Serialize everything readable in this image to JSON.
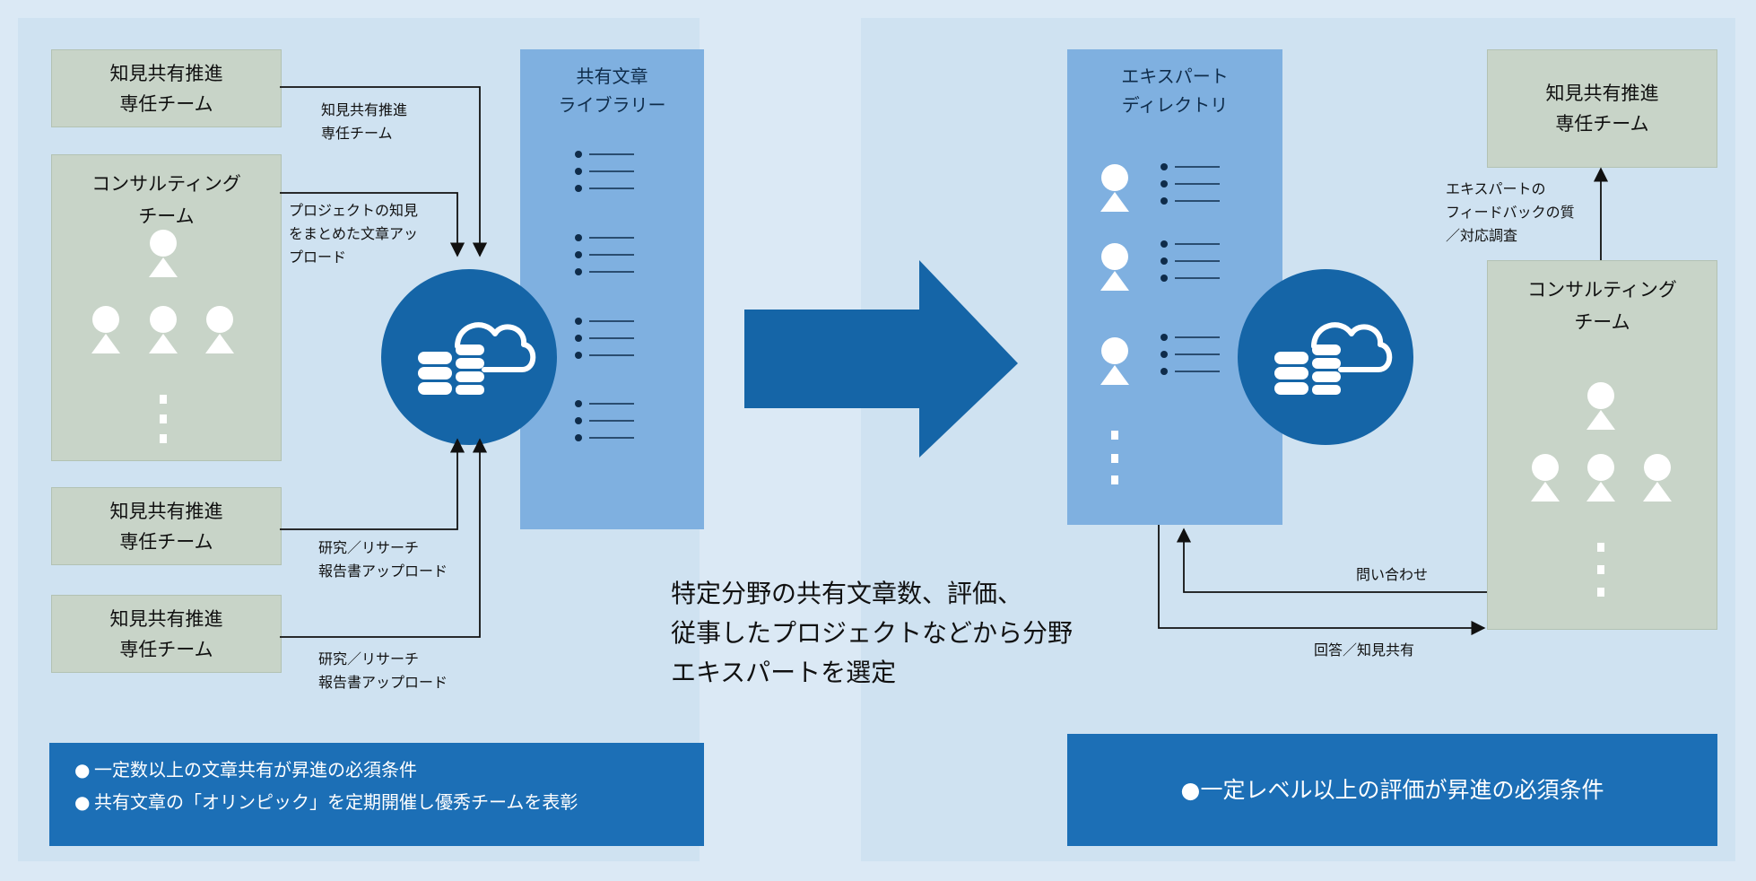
{
  "left": {
    "team_box_top": {
      "line1": "知見共有推進",
      "line2": "専任チーム"
    },
    "consulting_team": {
      "line1": "コンサルティング",
      "line2": "チーム"
    },
    "team_box_mid": {
      "line1": "知見共有推進",
      "line2": "専任チーム"
    },
    "team_box_bottom": {
      "line1": "知見共有推進",
      "line2": "専任チーム"
    },
    "arrow_label_1": {
      "line1": "知見共有推進",
      "line2": "専任チーム"
    },
    "arrow_label_2": {
      "line1": "プロジェクトの知見",
      "line2": "をまとめた文章アッ",
      "line3": "プロード"
    },
    "arrow_label_3": {
      "line1": "研究／リサーチ",
      "line2": "報告書アップロード"
    },
    "arrow_label_4": {
      "line1": "研究／リサーチ",
      "line2": "報告書アップロード"
    },
    "library": {
      "line1": "共有文章",
      "line2": "ライブラリー"
    },
    "conditions": [
      "一定数以上の文章共有が昇進の必須条件",
      "共有文章の「オリンピック」を定期開催し優秀チームを表彰"
    ]
  },
  "middle": {
    "line1": "特定分野の共有文章数、評価、",
    "line2": "従事したプロジェクトなどから分野",
    "line3": "エキスパートを選定"
  },
  "right": {
    "directory": {
      "line1": "エキスパート",
      "line2": "ディレクトリ"
    },
    "team_box": {
      "line1": "知見共有推進",
      "line2": "専任チーム"
    },
    "feedback_label": {
      "line1": "エキスパートの",
      "line2": "フィードバックの質",
      "line3": "／対応調査"
    },
    "consulting_team": {
      "line1": "コンサルティング",
      "line2": "チーム"
    },
    "inquiry_label": "問い合わせ",
    "answer_label": "回答／知見共有",
    "condition": "一定レベル以上の評価が昇進の必須条件"
  },
  "colors": {
    "background": "#dbe9f5",
    "team_box": "#c8d4c8",
    "panel": "#7fb0e0",
    "circle": "#1565a7",
    "big_arrow": "#1565a7",
    "condition_bar": "#1c6fb6"
  },
  "icons": [
    "person-icon",
    "database-cloud-icon",
    "bullet-list-icon",
    "big-right-arrow-icon",
    "flow-arrow-icon"
  ]
}
